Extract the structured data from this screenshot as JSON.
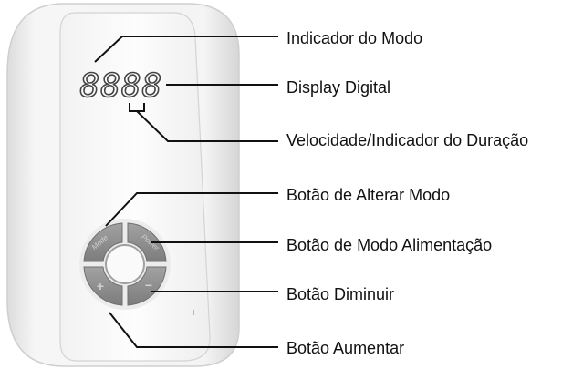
{
  "callouts": {
    "mode_indicator": "Indicador do Modo",
    "digital_display": "Display Digital",
    "speed_duration_indicator": "Velocidade/Indicador do Duração",
    "change_mode_button": "Botão de Alterar Modo",
    "power_mode_button": "Botão de Modo Alimentação",
    "decrease_button": "Botão Diminuir",
    "increase_button": "Botão Aumentar"
  },
  "display": {
    "digits": "8888"
  },
  "buttons": {
    "mode": "Mode",
    "power": "Power",
    "plus": "+",
    "minus": "−"
  },
  "colors": {
    "body": "#f3f3f3",
    "panel": "#fbfbfb",
    "button": "#8b8b8b",
    "line": "#111111"
  }
}
